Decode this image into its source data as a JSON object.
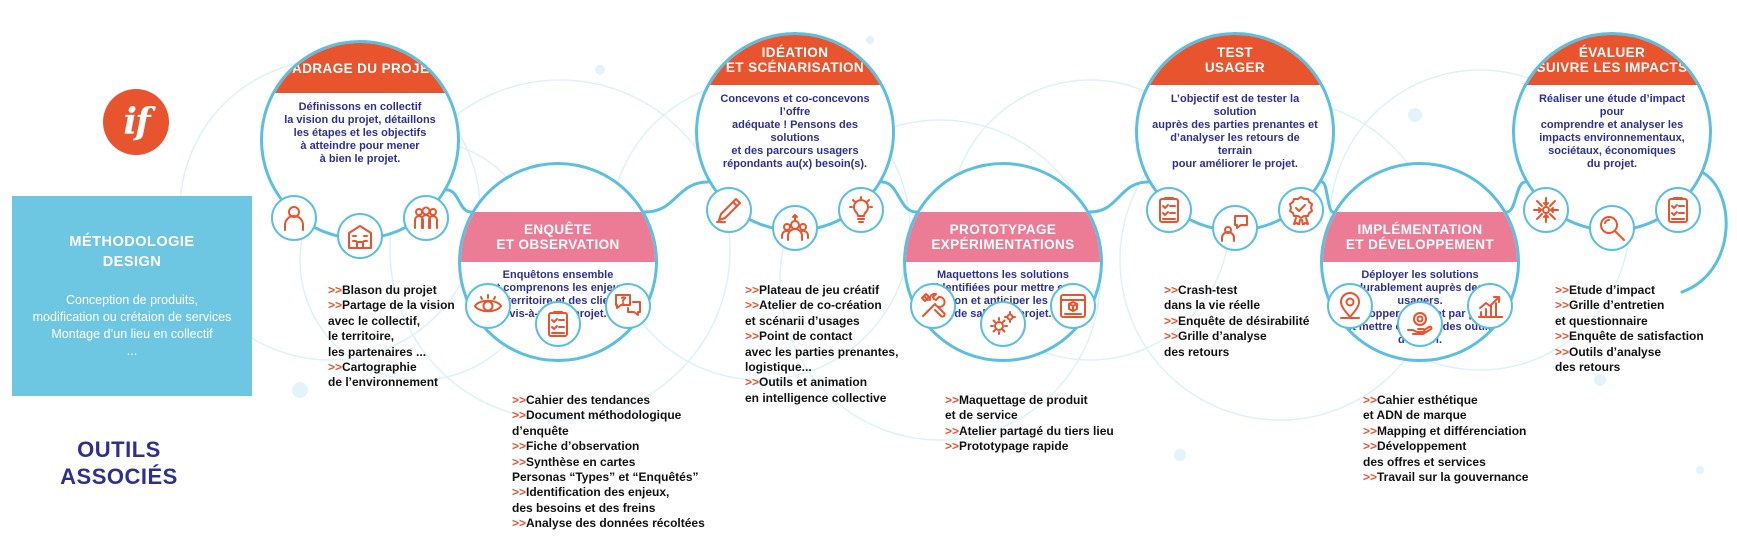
{
  "logo": {
    "text": "if"
  },
  "methodology": {
    "title": "MÉTHODOLOGIE DESIGN",
    "desc": [
      "Conception de produits,",
      "modification ou crétaion de services",
      "Montage d’un lieu en collectif",
      "..."
    ]
  },
  "tools_label": [
    "OUTILS",
    "ASSOCIÉS"
  ],
  "colors": {
    "orange": "#e8542e",
    "pink": "#ec7c95",
    "blue": "#2e3091",
    "light_blue": "#6ec7e2",
    "circle_line": "#5bbfe0"
  },
  "steps": [
    {
      "title": "CADRAGE DU PROJET",
      "color": "#e8542e",
      "desc": "Définissons en collectif\nla vision du projet, détaillons\nles étapes et les objectifs\nà atteindre pour mener\nà bien le projet.",
      "icons": [
        "person-icon",
        "building-icon",
        "group-icon"
      ],
      "tools": [
        {
          "arrow": ">>",
          "text": "Blason du projet"
        },
        {
          "arrow": ">>",
          "text": "Partage de la vision"
        },
        {
          "arrow": "",
          "text": "avec le collectif,"
        },
        {
          "arrow": "",
          "text": "le territoire,"
        },
        {
          "arrow": "",
          "text": "les partenaires ..."
        },
        {
          "arrow": ">>",
          "text": "Cartographie"
        },
        {
          "arrow": "",
          "text": "de l’environnement"
        }
      ]
    },
    {
      "title": "ENQUÊTE\nET OBSERVATION",
      "color": "#ec7c95",
      "desc": "Enquêtons ensemble\net comprenons les enjeux\ndu territoire et des clients\nvis-à-vis du projet.",
      "icons": [
        "eye-icon",
        "checklist-icon",
        "speech-bubbles-icon"
      ],
      "tools": [
        {
          "arrow": ">>",
          "text": "Cahier des tendances"
        },
        {
          "arrow": ">>",
          "text": "Document méthodologique"
        },
        {
          "arrow": "",
          "text": "d’enquête"
        },
        {
          "arrow": ">>",
          "text": "Fiche d’observation"
        },
        {
          "arrow": ">>",
          "text": "Synthèse en cartes"
        },
        {
          "arrow": "",
          "text": "Personas “Types” et “Enquêtés”"
        },
        {
          "arrow": ">>",
          "text": "Identification des enjeux,"
        },
        {
          "arrow": "",
          "text": "des besoins et des freins"
        },
        {
          "arrow": ">>",
          "text": "Analyse des données récoltées"
        }
      ]
    },
    {
      "title": "IDÉATION\nET SCÉNARISATION",
      "color": "#e8542e",
      "desc": "Concevons et co-concevons l’offre\nadéquate ! Pensons des solutions\net des parcours usagers\nrépondants au(x) besoin(s).",
      "icons": [
        "pen-icon",
        "team-icon",
        "lightbulb-icon"
      ],
      "tools": [
        {
          "arrow": ">>",
          "text": "Plateau de jeu créatif"
        },
        {
          "arrow": ">>",
          "text": "Atelier de co-création"
        },
        {
          "arrow": "",
          "text": "et scénarii d’usages"
        },
        {
          "arrow": ">>",
          "text": "Point de contact"
        },
        {
          "arrow": "",
          "text": "avec les parties prenantes,"
        },
        {
          "arrow": "",
          "text": "logistique..."
        },
        {
          "arrow": ">>",
          "text": "Outils et animation"
        },
        {
          "arrow": "",
          "text": "en intelligence collective"
        }
      ]
    },
    {
      "title": "PROTOTYPAGE\nEXPÉRIMENTATIONS",
      "color": "#ec7c95",
      "desc": "Maquettons les solutions\nidentifiées pour mettre en\nsituation et anticiper les grains\nde sable du projet.",
      "icons": [
        "tools-icon",
        "gears-icon",
        "3d-printer-icon"
      ],
      "tools": [
        {
          "arrow": ">>",
          "text": "Maquettage de produit"
        },
        {
          "arrow": "",
          "text": "et de service"
        },
        {
          "arrow": ">>",
          "text": "Atelier partagé du tiers lieu"
        },
        {
          "arrow": ">>",
          "text": "Prototypage rapide"
        }
      ]
    },
    {
      "title": "TEST\nUSAGER",
      "color": "#e8542e",
      "desc": "L’objectif est de tester la solution\nauprès des parties prenantes et\nd’analyser les retours de terrain\npour améliorer le projet.",
      "icons": [
        "checklist-icon",
        "user-feedback-icon",
        "badge-icon"
      ],
      "tools": [
        {
          "arrow": ">>",
          "text": "Crash-test"
        },
        {
          "arrow": "",
          "text": "dans la vie réelle"
        },
        {
          "arrow": ">>",
          "text": "Enquête de désirabilité"
        },
        {
          "arrow": ">>",
          "text": "Grille d’analyse"
        },
        {
          "arrow": "",
          "text": "des retours"
        }
      ]
    },
    {
      "title": "IMPLÉMENTATION\nET DÉVELOPPEMENT",
      "color": "#ec7c95",
      "desc": "Déployer les solutions\ndurablement auprès des usagers.\nDévelopper le projet par phase\net mettre en place des outils\nde suivi.",
      "icons": [
        "location-pin-icon",
        "hand-target-icon",
        "growth-chart-icon"
      ],
      "tools": [
        {
          "arrow": ">>",
          "text": "Cahier esthétique"
        },
        {
          "arrow": "",
          "text": "et ADN de marque"
        },
        {
          "arrow": ">>",
          "text": "Mapping et différenciation"
        },
        {
          "arrow": ">>",
          "text": "Développement"
        },
        {
          "arrow": "",
          "text": "des offres et services"
        },
        {
          "arrow": ">>",
          "text": "Travail sur la gouvernance"
        }
      ]
    },
    {
      "title": "ÉVALUER\nSUIVRE LES IMPACTS",
      "color": "#e8542e",
      "desc": "Réaliser une étude d’impact pour\ncomprendre et analyser les\nimpacts environnementaux,\nsociétaux,  économiques\ndu projet.",
      "icons": [
        "impact-arrows-icon",
        "magnifier-icon",
        "checklist-icon"
      ],
      "tools": [
        {
          "arrow": ">>",
          "text": "Etude d’impact"
        },
        {
          "arrow": ">>",
          "text": "Grille d’entretien"
        },
        {
          "arrow": "",
          "text": "et questionnaire"
        },
        {
          "arrow": ">>",
          "text": "Enquête de satisfaction"
        },
        {
          "arrow": ">>",
          "text": "Outils d’analyse"
        },
        {
          "arrow": "",
          "text": "des retours"
        }
      ]
    }
  ]
}
